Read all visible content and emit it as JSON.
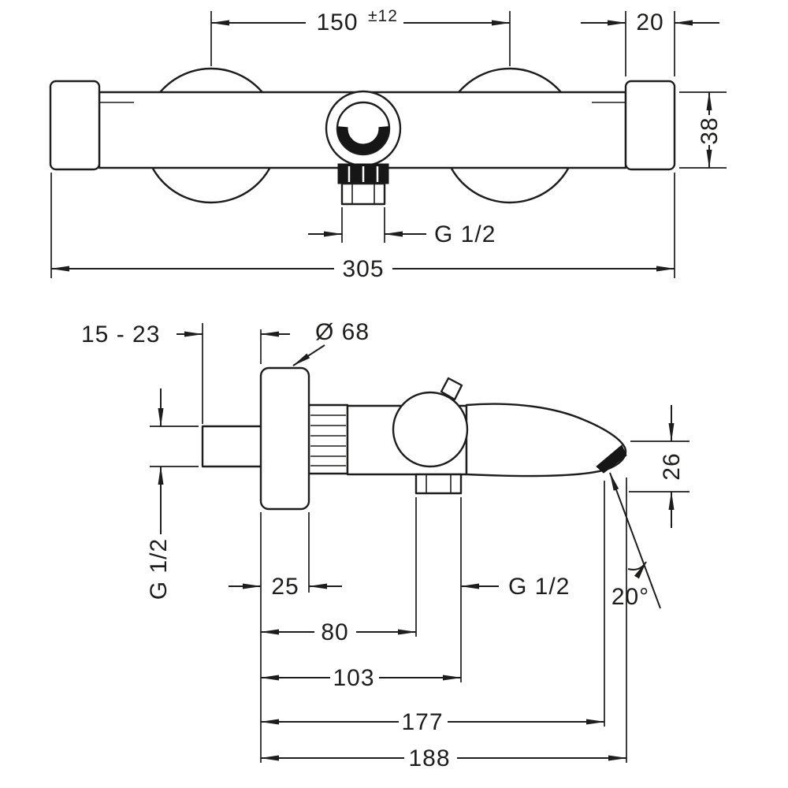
{
  "drawing": {
    "title": "thermostatic-bath-mixer-dimension-drawing",
    "line_color": "#1d1d1b",
    "front_view": {
      "handle_spacing": "150",
      "handle_spacing_tolerance": "±12",
      "end_cap_width": "20",
      "body_height": "38",
      "hose_thread": "G 1/2",
      "overall_width": "305"
    },
    "side_view": {
      "wall_distance_range": "15 - 23",
      "escutcheon_diameter": "Ø 68",
      "outlet_drop": "26",
      "inlet_thread": "G 1/2",
      "escutcheon_depth": "25",
      "outlet_thread": "G 1/2",
      "depth_to_outlet_front": "80",
      "depth_to_outlet_center": "103",
      "depth_to_aerator": "177",
      "spout_reach": "188",
      "spout_angle": "20°"
    }
  }
}
